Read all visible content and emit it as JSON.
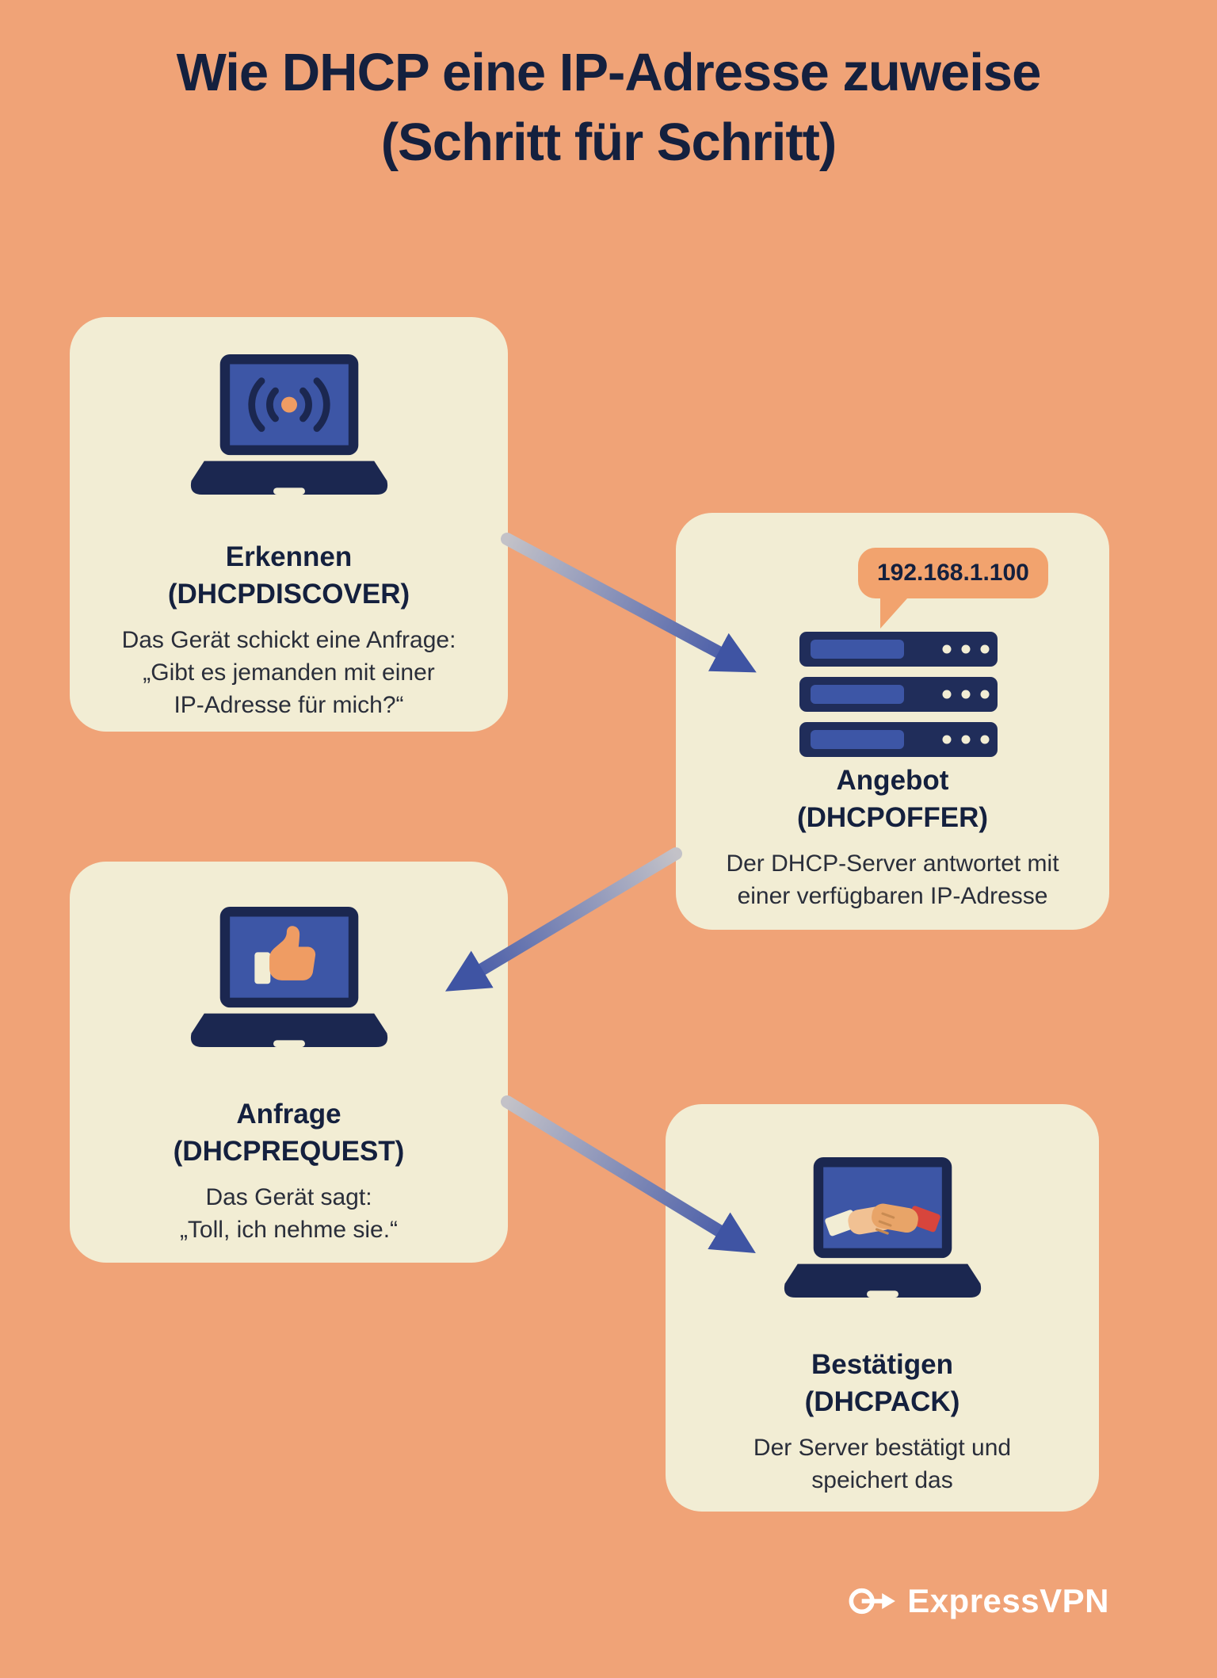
{
  "header": {
    "line1": "Wie DHCP eine IP-Adresse zuweise",
    "line2": "(Schritt für Schritt)"
  },
  "steps": [
    {
      "id": "discover",
      "heading": "Erkennen",
      "code": "(DHCPDISCOVER)",
      "icon": "laptop-broadcast-icon",
      "body_lines": [
        "Das Gerät schickt eine Anfrage:",
        "„Gibt es jemanden mit einer",
        "IP-Adresse für mich?“"
      ]
    },
    {
      "id": "offer",
      "heading": "Angebot",
      "code": "(DHCPOFFER)",
      "icon": "server-stack-icon",
      "bubble": "192.168.1.100",
      "body_lines": [
        "Der DHCP-Server antwortet mit",
        "einer verfügbaren IP-Adresse"
      ]
    },
    {
      "id": "request",
      "heading": "Anfrage",
      "code": "(DHCPREQUEST)",
      "icon": "laptop-thumbsup-icon",
      "body_lines": [
        "Das Gerät sagt:",
        "„Toll, ich nehme sie.“"
      ]
    },
    {
      "id": "ack",
      "heading": "Bestätigen",
      "code": "(DHCPACK)",
      "icon": "laptop-handshake-icon",
      "body_lines": [
        "Der Server bestätigt und",
        "speichert das"
      ]
    }
  ],
  "brand": {
    "name": "ExpressVPN",
    "logo": "expressvpn-arrow-icon"
  },
  "colors": {
    "background": "#F0A377",
    "card": "#F2EDD4",
    "navy_text": "#14203E",
    "icon_navy": "#1B2750",
    "screen_blue": "#3D56A6",
    "accent_orange": "#F2A36E",
    "sleeve_red": "#D8453C",
    "arrow_start": "#C3C2C8",
    "arrow_end": "#4156A6",
    "brand_white": "#FFFFFF"
  }
}
